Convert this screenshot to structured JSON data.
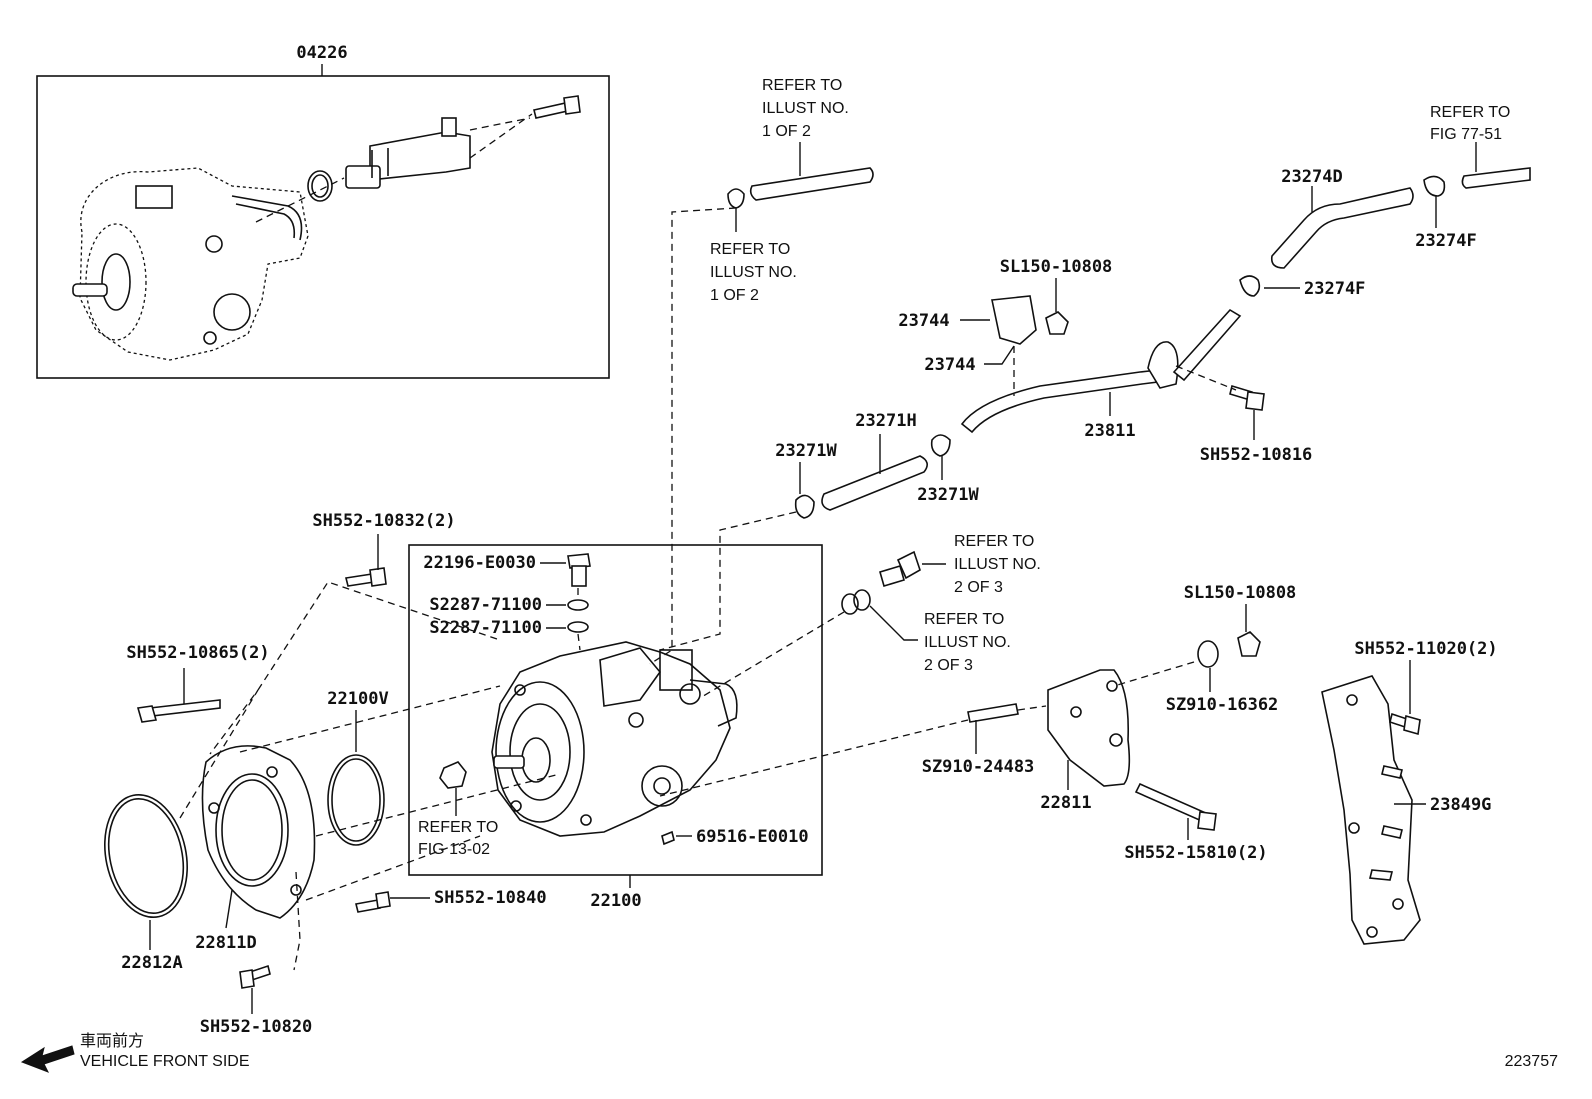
{
  "diagram_id": "223757",
  "footer": {
    "front_label_jp": "車両前方",
    "front_label_en": "VEHICLE FRONT SIDE"
  },
  "parts": {
    "p04226": "04226",
    "p22100": "22100",
    "p22100V": "22100V",
    "p22811D": "22811D",
    "p22812A": "22812A",
    "p22811": "22811",
    "p23849G": "23849G",
    "p23811": "23811",
    "p23744a": "23744",
    "p23744b": "23744",
    "p23271H": "23271H",
    "p23271Wa": "23271W",
    "p23271Wb": "23271W",
    "p23274D": "23274D",
    "p23274Fa": "23274F",
    "p23274Fb": "23274F",
    "p22196": "22196-E0030",
    "pS2287a": "S2287-71100",
    "pS2287b": "S2287-71100",
    "p69516": "69516-E0010",
    "pSH55210832": "SH552-10832(2)",
    "pSH55210865": "SH552-10865(2)",
    "pSH55210840": "SH552-10840",
    "pSH55210820": "SH552-10820",
    "pSH55210816": "SH552-10816",
    "pSH55215810": "SH552-15810(2)",
    "pSH55211020": "SH552-11020(2)",
    "pSL150a": "SL150-10808",
    "pSL150b": "SL150-10808",
    "pSZ91016362": "SZ910-16362",
    "pSZ91024483": "SZ910-24483"
  },
  "refs": {
    "r1": [
      "REFER TO",
      "ILLUST NO.",
      "1 OF 2"
    ],
    "r2": [
      "REFER TO",
      "ILLUST NO.",
      "1 OF 2"
    ],
    "r3": [
      "REFER TO",
      "FIG 77-51"
    ],
    "r4": [
      "REFER TO",
      "ILLUST NO.",
      "2 OF 3"
    ],
    "r5": [
      "REFER TO",
      "ILLUST NO.",
      "2 OF 3"
    ],
    "r6": [
      "REFER TO",
      "FIG 13-02"
    ]
  }
}
